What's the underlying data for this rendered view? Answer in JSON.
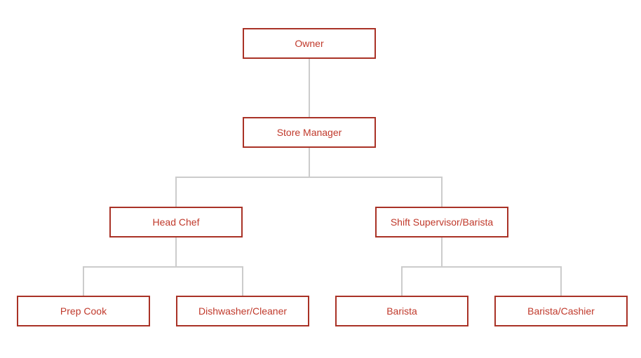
{
  "diagram": {
    "type": "org-chart",
    "colors": {
      "box_border": "#A93226",
      "box_text": "#C0392B",
      "connector": "#CCCCCC",
      "background": "#FFFFFF"
    },
    "nodes": [
      {
        "id": "owner",
        "label": "Owner",
        "parent": null
      },
      {
        "id": "store-manager",
        "label": "Store Manager",
        "parent": "owner"
      },
      {
        "id": "head-chef",
        "label": "Head Chef",
        "parent": "store-manager"
      },
      {
        "id": "shift-supervisor-barista",
        "label": "Shift Supervisor/Barista",
        "parent": "store-manager"
      },
      {
        "id": "prep-cook",
        "label": "Prep Cook",
        "parent": "head-chef"
      },
      {
        "id": "dishwasher-cleaner",
        "label": "Dishwasher/Cleaner",
        "parent": "head-chef"
      },
      {
        "id": "barista",
        "label": "Barista",
        "parent": "shift-supervisor-barista"
      },
      {
        "id": "barista-cashier",
        "label": "Barista/Cashier",
        "parent": "shift-supervisor-barista"
      }
    ]
  }
}
